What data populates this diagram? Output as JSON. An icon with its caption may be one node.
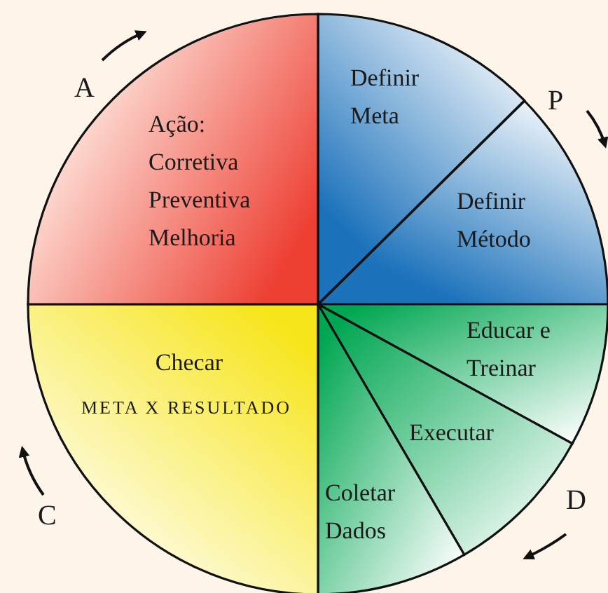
{
  "diagram": {
    "nodes": [
      {
        "text": [
          "Definir Meta"
        ]
      },
      {
        "text": [
          "Definir Método"
        ]
      },
      {
        "text": [
          "Educar e Treinar"
        ]
      },
      {
        "text": [
          "Executar"
        ]
      },
      {
        "text": [
          "Coletar Dados"
        ]
      },
      {
        "text": [
          "Checar",
          "META X RESULTADO"
        ]
      },
      {
        "text": [
          "Ação:",
          "Corretiva Preventiva Melhoria"
        ]
      }
    ],
    "edges": [],
    "labels": [
      "A",
      "P",
      "C",
      "D"
    ]
  }
}
